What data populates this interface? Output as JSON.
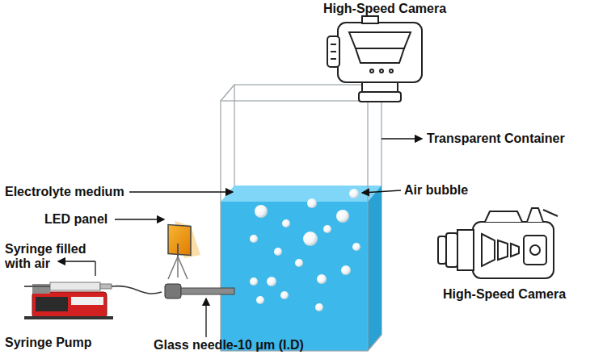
{
  "diagram": {
    "labels": [
      "High-Speed Camera",
      "Transparent Container",
      "Electrolyte medium",
      "Air bubble",
      "LED panel",
      "Syringe filled with air",
      "Syringe Pump",
      "Glass needle-10 μm (I.D)",
      "High-Speed Camera"
    ]
  }
}
